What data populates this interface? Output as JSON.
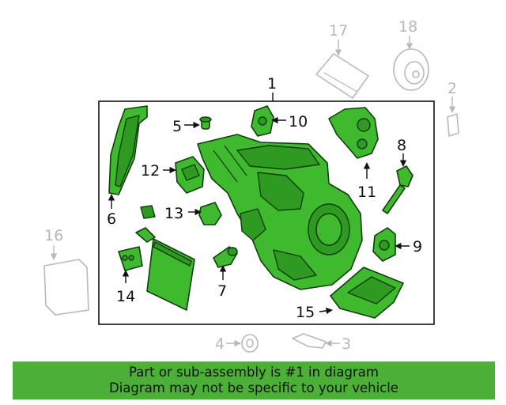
{
  "diagram": {
    "assembly_label": "1",
    "labels": {
      "l2": "2",
      "l3": "3",
      "l4": "4",
      "l5": "5",
      "l6": "6",
      "l7": "7",
      "l8": "8",
      "l9": "9",
      "l10": "10",
      "l11": "11",
      "l12": "12",
      "l13": "13",
      "l14": "14",
      "l15": "15",
      "l16": "16",
      "l17": "17",
      "l18": "18"
    },
    "colors": {
      "highlight_part": "#3fba2e",
      "ghost_part": "#b9b9b9",
      "banner": "#4caf37"
    }
  },
  "banner": {
    "line1": "Part or sub-assembly is #1 in diagram",
    "line2": "Diagram may not be specific to your vehicle"
  }
}
